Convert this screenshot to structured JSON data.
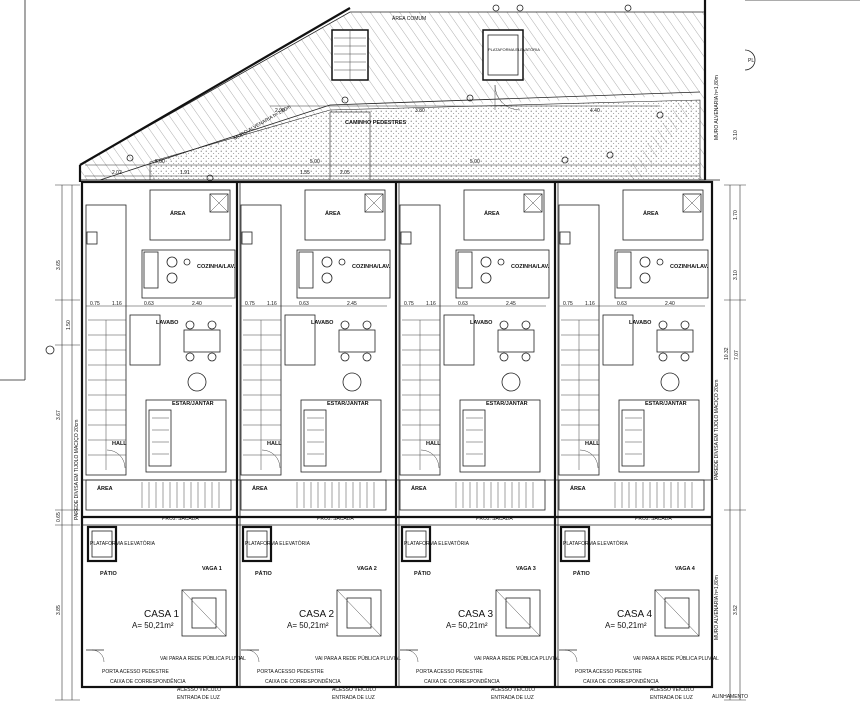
{
  "plan": {
    "north_label": "PL",
    "top_labels": {
      "area_comum": "ÁREA COMUM",
      "plataforma_elevatoria": "PLATAFORMA ELEVATÓRIA",
      "caminho_pedestres": "CAMINHO PEDESTRES",
      "muro_alvenaria": "MURO ALVENARIA h=1,80m",
      "parede_divisa": "PAREDE DIVISA EM TIJOLO MACIÇO 20cm"
    },
    "top_dims": [
      "2.90",
      "3.80",
      "4.40",
      "5.00",
      "5.00",
      "5.00",
      "2.02",
      "1.91",
      "1.55",
      "2.05"
    ],
    "houses": [
      {
        "name": "CASA 1",
        "area": "A= 50,21m²",
        "rooms": {
          "area": "ÁREA",
          "cozinha": "COZINHA/LAV.",
          "lavabo": "LAVABO",
          "estar": "ESTAR/JANTAR",
          "hall": "HALL",
          "area2": "ÁREA",
          "plataforma": "PLATAFORMA ELEVATÓRIA",
          "patio": "PÁTIO",
          "vaga": "VAGA 1",
          "projecao": "PROJ. SACADA"
        },
        "dims": [
          "2.40",
          "0.75",
          "1.16",
          "0.63"
        ],
        "footer": [
          "PORTA ACESSO PEDESTRE",
          "CAIXA DE CORRESPONDÊNCIA",
          "ACESSO VEÍCULO",
          "ENTRADA DE LUZ"
        ]
      },
      {
        "name": "CASA 2",
        "area": "A= 50,21m²",
        "rooms": {
          "area": "ÁREA",
          "cozinha": "COZINHA/LAV.",
          "lavabo": "LAVABO",
          "estar": "ESTAR/JANTAR",
          "hall": "HALL",
          "area2": "ÁREA",
          "plataforma": "PLATAFORMA ELEVATÓRIA",
          "patio": "PÁTIO",
          "vaga": "VAGA 2",
          "projecao": "PROJ. SACADA"
        },
        "dims": [
          "2.45",
          "0.75",
          "1.16",
          "0.63"
        ],
        "footer": [
          "PORTA ACESSO PEDESTRE",
          "CAIXA DE CORRESPONDÊNCIA",
          "ACESSO VEÍCULO",
          "ENTRADA DE LUZ"
        ]
      },
      {
        "name": "CASA 3",
        "area": "A= 50,21m²",
        "rooms": {
          "area": "ÁREA",
          "cozinha": "COZINHA/LAV.",
          "lavabo": "LAVABO",
          "estar": "ESTAR/JANTAR",
          "hall": "HALL",
          "area2": "ÁREA",
          "plataforma": "PLATAFORMA ELEVATÓRIA",
          "patio": "PÁTIO",
          "vaga": "VAGA 3",
          "projecao": "PROJ. SACADA"
        },
        "dims": [
          "2.45",
          "0.75",
          "1.16",
          "0.63"
        ],
        "footer": [
          "PORTA ACESSO PEDESTRE",
          "CAIXA DE CORRESPONDÊNCIA",
          "ACESSO VEÍCULO",
          "ENTRADA DE LUZ"
        ]
      },
      {
        "name": "CASA 4",
        "area": "A= 50,21m²",
        "rooms": {
          "area": "ÁREA",
          "cozinha": "COZINHA/LAV.",
          "lavabo": "LAVABO",
          "estar": "ESTAR/JANTAR",
          "hall": "HALL",
          "area2": "ÁREA",
          "plataforma": "PLATAFORMA ELEVATÓRIA",
          "patio": "PÁTIO",
          "vaga": "VAGA 4",
          "projecao": "PROJ. SACADA"
        },
        "dims": [
          "2.40",
          "0.75",
          "1.16",
          "0.63"
        ],
        "footer": [
          "PORTA ACESSO PEDESTRE",
          "CAIXA DE CORRESPONDÊNCIA",
          "ACESSO VEÍCULO",
          "ENTRADA DE LUZ"
        ]
      }
    ],
    "right_labels": {
      "muro": "MURO ALVENARIA h=1,80m",
      "parede": "PAREDE DIVISA EM TIJOLO MACIÇO 20cm",
      "alinhamento": "ALINHAMENTO"
    },
    "left_dims": [
      "3.65",
      "1.50",
      "3.67",
      "0.65",
      "3.85"
    ],
    "right_dims": [
      "3.10",
      "1.70",
      "3.10",
      "10.32",
      "7.07",
      "3.52"
    ],
    "footer_note": "VAI PARA A REDE PÚBLICA PLUVIAL"
  }
}
